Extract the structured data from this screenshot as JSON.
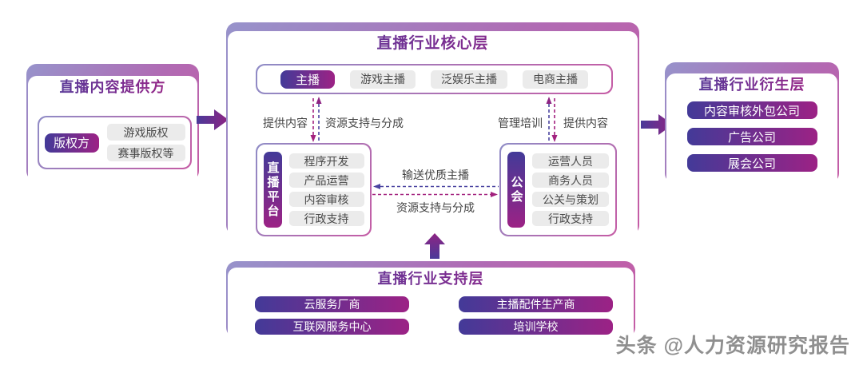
{
  "left_box": {
    "title": "直播内容提供方",
    "highlight": "版权方",
    "items": [
      "游戏版权",
      "赛事版权等"
    ]
  },
  "core_box": {
    "title": "直播行业核心层",
    "anchor": {
      "highlight": "主播",
      "items": [
        "游戏主播",
        "泛娱乐主播",
        "电商主播"
      ]
    },
    "flows": {
      "left_down": "提供内容",
      "left_up": "资源支持与分成",
      "right_up": "管理培训",
      "right_down": "提供内容",
      "mid_to_platform": "输送优质主播",
      "mid_to_guild": "资源支持与分成"
    },
    "platform": {
      "name": "直播平台",
      "items": [
        "程序开发",
        "产品运营",
        "内容审核",
        "行政支持"
      ]
    },
    "guild": {
      "name": "公会",
      "items": [
        "运营人员",
        "商务人员",
        "公关与策划",
        "行政支持"
      ]
    }
  },
  "derivative_box": {
    "title": "直播行业衍生层",
    "items": [
      "内容审核外包公司",
      "广告公司",
      "展会公司"
    ]
  },
  "support_box": {
    "title": "直播行业支持层",
    "items": [
      "云服务厂商",
      "互联网服务中心",
      "主播配件生产商",
      "培训学校"
    ]
  },
  "watermark": "头条 @人力资源研究报告",
  "colors": {
    "indigo": "#433A98",
    "magenta": "#A2217E",
    "dashed_blue": "#4A44A0",
    "dashed_magenta": "#A2217E",
    "gray_pill_bg": "#EBEBEB",
    "text_gray": "#4A4A4A",
    "border_gradient_start": "#9793CB",
    "border_gradient_end": "#C55CA5",
    "watermark_gray": "#8F8F8F"
  }
}
